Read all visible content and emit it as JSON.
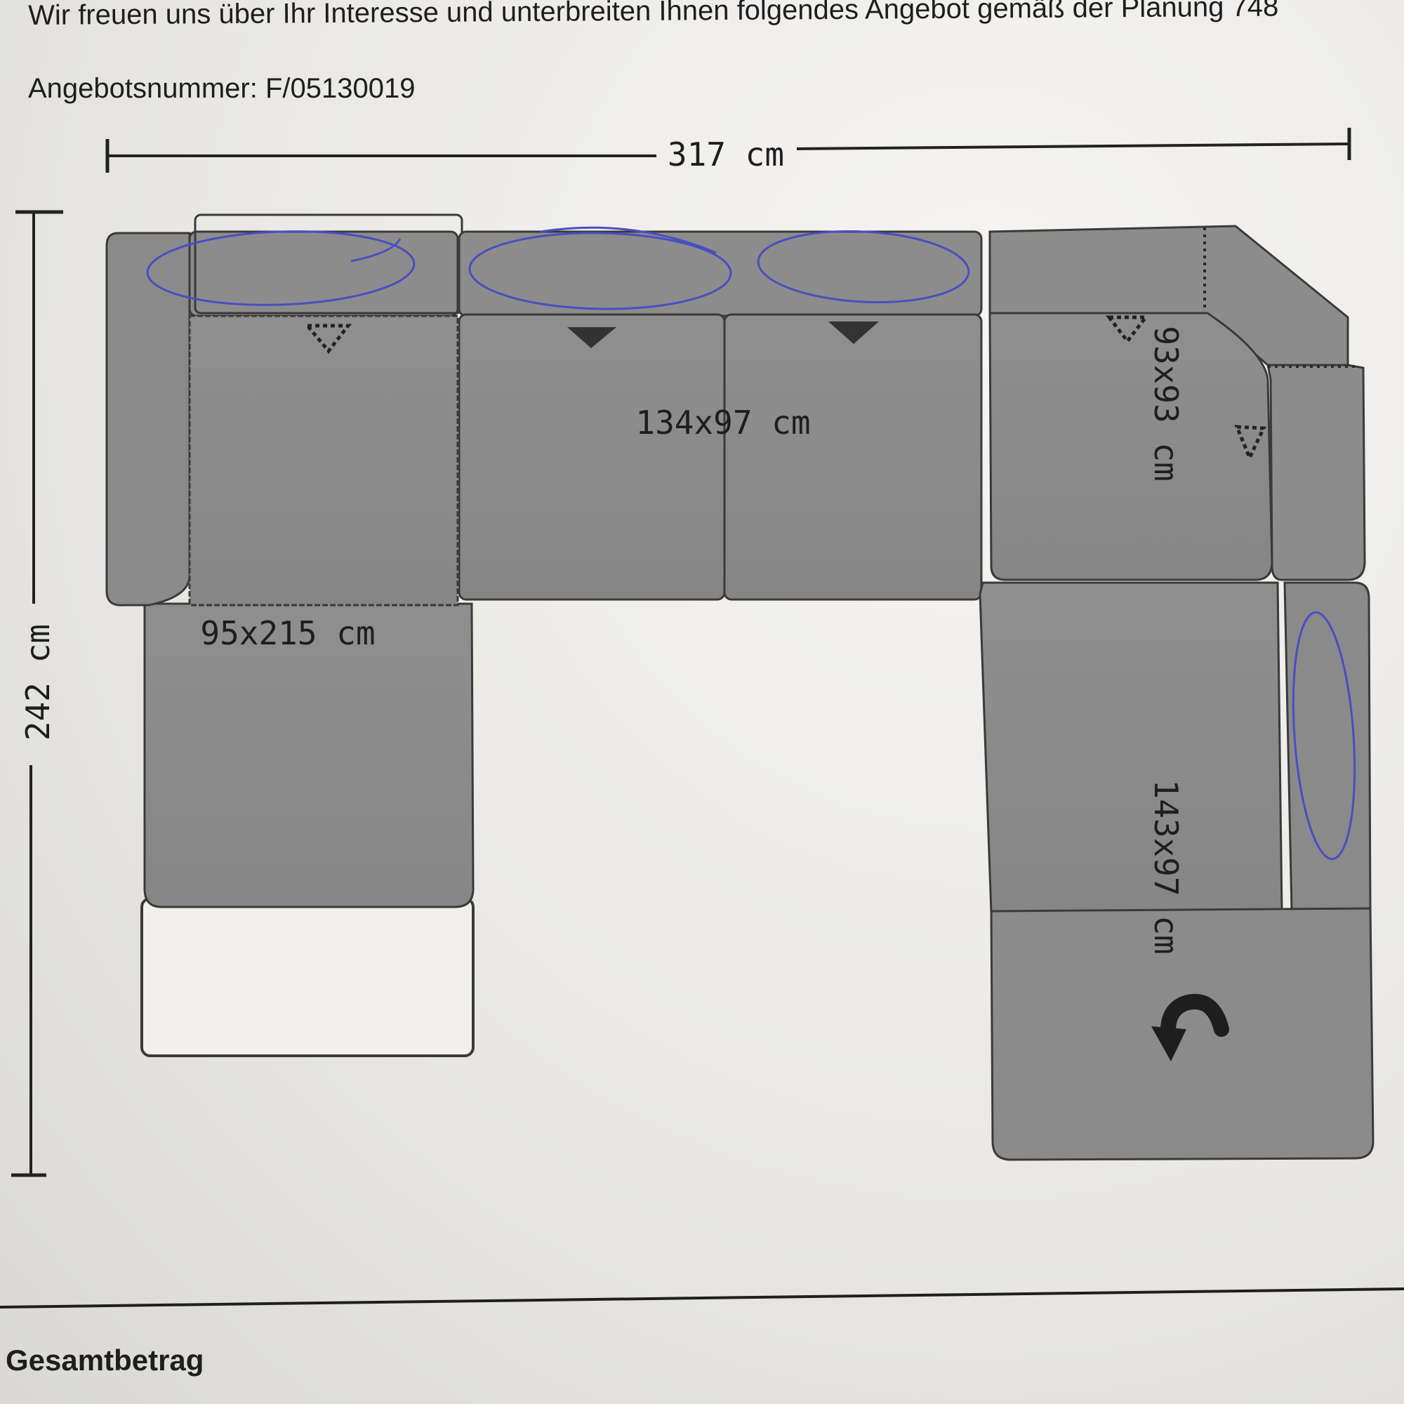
{
  "document": {
    "intro_text": "Wir freuen uns über Ihr Interesse und unterbreiten Ihnen folgendes Angebot gemäß der Planung 748",
    "offer_number": "Angebotsnummer: F/05130019",
    "total_label": "Gesamtbetrag"
  },
  "plan": {
    "width_label": "317 cm",
    "height_label": "242 cm",
    "modules": {
      "left_recamiere": "95x215 cm",
      "middle_sofa": "134x97 cm",
      "corner": "93x93 cm",
      "right_chaise": "143x97 cm"
    }
  },
  "colors": {
    "cushion": "#8b8b8b",
    "cushion_dark": "#7a7a7a",
    "outline": "#3a3a3a",
    "pen": "#4a4ec0"
  }
}
